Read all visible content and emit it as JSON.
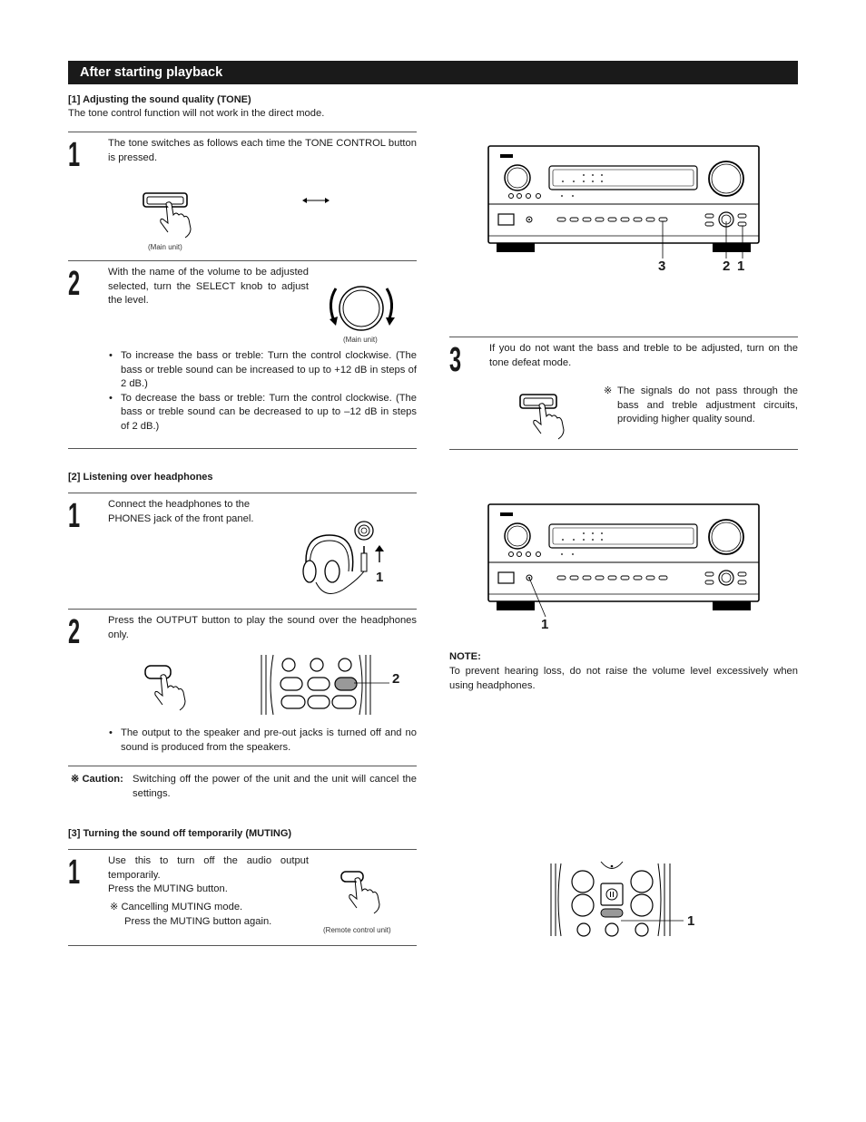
{
  "header": {
    "title": "After starting playback"
  },
  "sec1": {
    "title": "[1] Adjusting the sound quality (TONE)",
    "note": "The tone control function will not work in the direct mode.",
    "step1": {
      "num": "1",
      "text": "The tone switches as follows each time the TONE CONTROL button is pressed.",
      "caption": "(Main unit)"
    },
    "step2": {
      "num": "2",
      "text": "With the name of the volume to be adjusted selected, turn the SELECT knob to adjust the level.",
      "caption": "(Main unit)",
      "bullets": [
        "To increase the bass or treble: Turn the control clockwise. (The bass or treble sound can be increased to up to +12 dB in steps of 2 dB.)",
        "To decrease the bass or treble: Turn the control clockwise. (The bass or treble sound can be decreased to up to –12 dB in steps of 2 dB.)"
      ]
    },
    "step3": {
      "num": "3",
      "text": "If you do not want the bass and treble to be adjusted, turn on the tone defeat mode.",
      "mark": "※",
      "note": "The signals do not pass through the bass and treble adjustment circuits, providing higher quality sound."
    },
    "fig_callouts": [
      "3",
      "2",
      "1"
    ]
  },
  "sec2": {
    "title": "[2] Listening over headphones",
    "step1": {
      "num": "1",
      "text": "Connect the headphones to the PHONES jack of the front panel.",
      "callout": "1"
    },
    "step2": {
      "num": "2",
      "text": "Press the OUTPUT button to play the sound over the headphones only.",
      "callout": "2",
      "bullets": [
        "The output to the speaker and pre-out jacks is turned off and no sound is produced from the speakers."
      ]
    },
    "caution": {
      "label": "※ Caution:",
      "text": "Switching off the power of the unit and the unit will cancel the settings."
    },
    "fig_callout": "1",
    "note": {
      "label": "NOTE:",
      "text": "To prevent hearing loss, do not raise the volume level excessively when using headphones."
    }
  },
  "sec3": {
    "title": "[3] Turning the sound off temporarily (MUTING)",
    "step1": {
      "num": "1",
      "line1": "Use this to turn off the audio output temporarily.",
      "line2": "Press the MUTING button.",
      "cancel1": "※ Cancelling MUTING mode.",
      "cancel2": "Press the MUTING button again.",
      "caption": "(Remote control unit)"
    },
    "fig_callout": "1"
  }
}
